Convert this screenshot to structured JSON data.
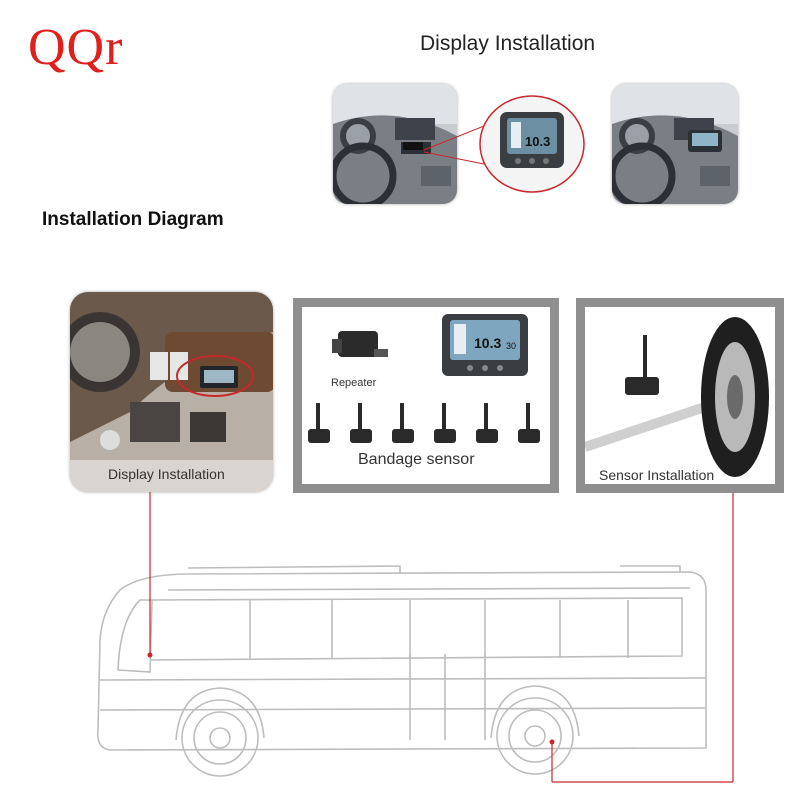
{
  "brand": {
    "logo_text": "QQr",
    "color": "#e0201c"
  },
  "display_installation": {
    "title": "Display Installation"
  },
  "installation_diagram": {
    "title": "Installation Diagram",
    "panels": {
      "display_panel": {
        "caption": "Display Installation"
      },
      "components_panel": {
        "repeater_label": "Repeater",
        "sensor_label": "Bandage sensor",
        "monitor_readout": "10.3",
        "monitor_unit": "30"
      },
      "sensor_panel": {
        "caption": "Sensor Installation"
      }
    },
    "connector_color": "#c8282d",
    "vehicle": "bus-icon"
  }
}
